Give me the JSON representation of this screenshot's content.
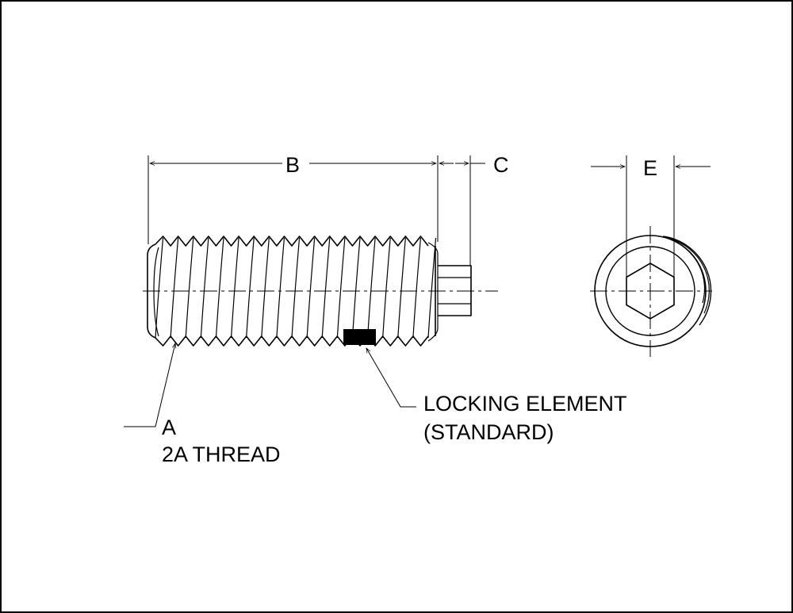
{
  "dimensions": {
    "b": "B",
    "c": "C",
    "e": "E"
  },
  "callouts": {
    "thread_line1": "A",
    "thread_line2": "2A THREAD",
    "locking_line1": "LOCKING ELEMENT",
    "locking_line2": "(STANDARD)"
  },
  "colors": {
    "ink": "#000000",
    "paper": "#ffffff"
  }
}
